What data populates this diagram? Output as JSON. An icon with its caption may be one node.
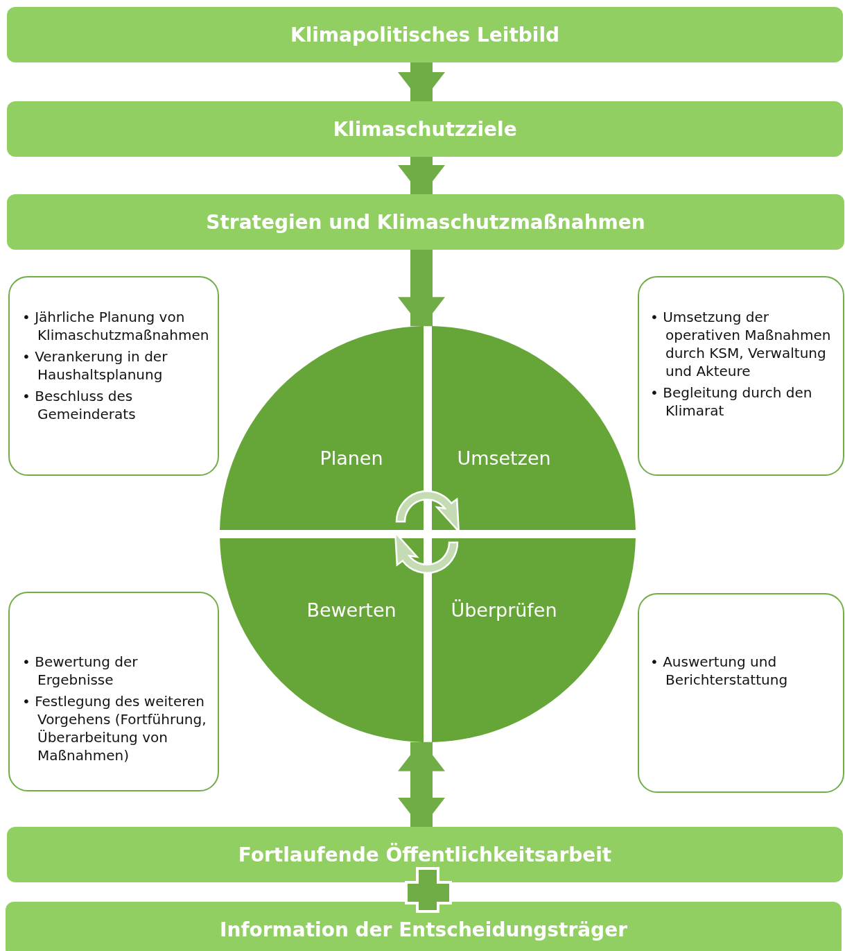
{
  "diagram": {
    "nodes": [
      {
        "text": [
          "Klimapolitisches Leitbild"
        ]
      },
      {
        "text": [
          "Klimaschutzziele"
        ]
      },
      {
        "text": [
          "Strategien und Klimaschutzmaßnahmen"
        ]
      },
      {
        "text": [
          "• Jährliche Planung von Klimaschutzmaßnahmen",
          "• Verankerung in der Haushaltsplanung",
          "• Beschluss des Gemeinderats"
        ]
      },
      {
        "text": [
          "• Umsetzung der operativen Maßnahmen durch KSM, Verwaltung und Akteure",
          "• Begleitung durch den Klimarat"
        ]
      },
      {
        "text": [
          "Planen"
        ]
      },
      {
        "text": [
          "Umsetzen"
        ]
      },
      {
        "text": [
          "Bewerten"
        ]
      },
      {
        "text": [
          "Überprüfen"
        ]
      },
      {
        "text": [
          "• Bewertung der Ergebnisse",
          "• Festlegung des weiteren Vorgehens (Fortführung, Überarbeitung von Maßnahmen)"
        ]
      },
      {
        "text": [
          "• Auswertung und Berichterstattung"
        ]
      },
      {
        "text": [
          "Fortlaufende Öffentlichkeitsarbeit"
        ]
      },
      {
        "text": [
          "Information der Entscheidungsträger"
        ]
      }
    ],
    "edges": [
      {
        "from": 0,
        "to": 1,
        "arrow": "to"
      },
      {
        "from": 1,
        "to": 2,
        "arrow": "to"
      },
      {
        "from": 2,
        "to": 5,
        "arrow": "to"
      },
      {
        "from": 7,
        "to": 11,
        "arrow": "both"
      }
    ]
  }
}
